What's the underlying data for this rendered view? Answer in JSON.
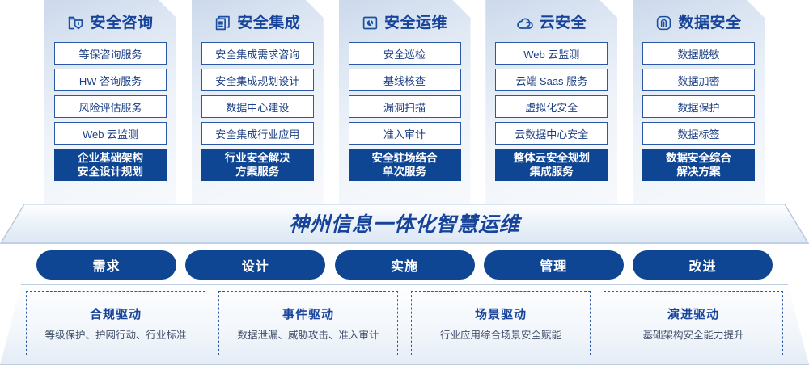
{
  "columns": [
    {
      "icon": "folder-shield-icon",
      "title": "安全咨询",
      "items": [
        "等保咨询服务",
        "HW 咨询服务",
        "风险评估服务",
        "Web 云监测"
      ],
      "highlight": [
        "企业基础架构",
        "安全设计规划"
      ]
    },
    {
      "icon": "stacked-documents-icon",
      "title": "安全集成",
      "items": [
        "安全集成需求咨询",
        "安全集成规划设计",
        "数据中心建设",
        "安全集成行业应用"
      ],
      "highlight": [
        "行业安全解决",
        "方案服务"
      ]
    },
    {
      "icon": "monitor-pie-icon",
      "title": "安全运维",
      "items": [
        "安全巡检",
        "基线核查",
        "漏洞扫描",
        "准入审计"
      ],
      "highlight": [
        "安全驻场结合",
        "单次服务"
      ]
    },
    {
      "icon": "cloud-icon",
      "title": "云安全",
      "items": [
        "Web 云监测",
        "云端 Saas 服务",
        "虚拟化安全",
        "云数据中心安全"
      ],
      "highlight": [
        "整体云安全规划",
        "集成服务"
      ]
    },
    {
      "icon": "fingerprint-icon",
      "title": "数据安全",
      "items": [
        "数据脱敏",
        "数据加密",
        "数据保护",
        "数据标签"
      ],
      "highlight": [
        "数据安全综合",
        "解决方案"
      ]
    }
  ],
  "banner": {
    "title": "神州信息一体化智慧运维"
  },
  "pills": [
    {
      "label": "需求"
    },
    {
      "label": "设计"
    },
    {
      "label": "实施"
    },
    {
      "label": "管理"
    },
    {
      "label": "改进"
    }
  ],
  "drivers": [
    {
      "title": "合规驱动",
      "subtitle": "等级保护、护网行动、行业标准"
    },
    {
      "title": "事件驱动",
      "subtitle": "数据泄漏、威胁攻击、准入审计"
    },
    {
      "title": "场景驱动",
      "subtitle": "行业应用综合场景安全赋能"
    },
    {
      "title": "演进驱动",
      "subtitle": "基础架构安全能力提升"
    }
  ],
  "colors": {
    "primary": "#0f4694",
    "title": "#17449a",
    "border": "#2b58a5",
    "text": "#1c3f85"
  }
}
